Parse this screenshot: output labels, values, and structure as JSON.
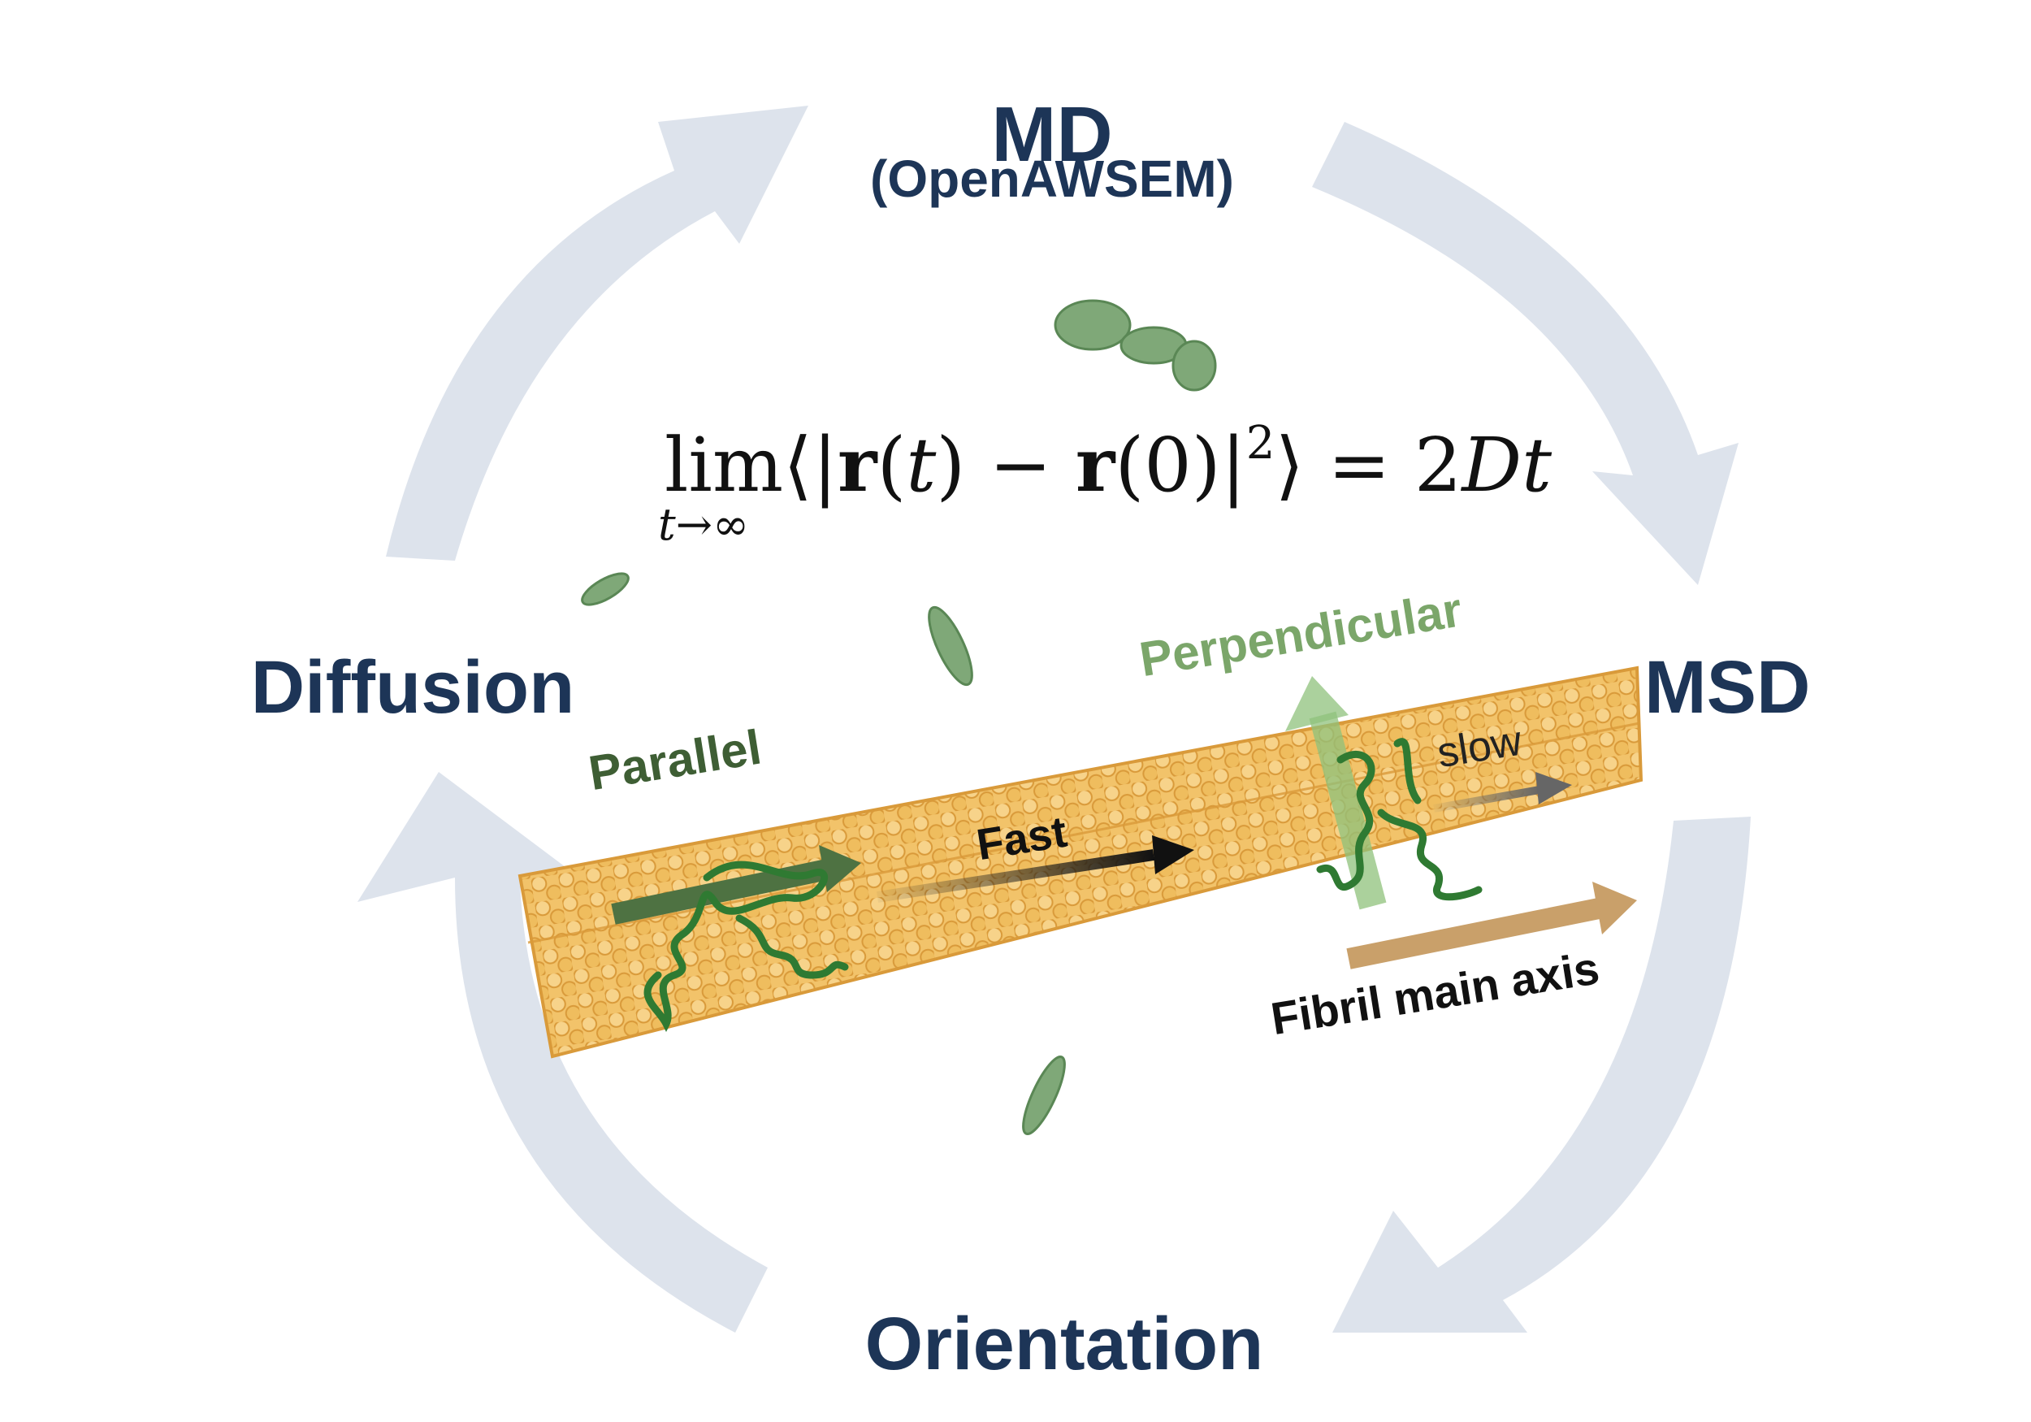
{
  "cycle": {
    "nodes": {
      "md": "MD",
      "md_sub": "(OpenAWSEM)",
      "msd": "MSD",
      "orientation": "Orientation",
      "diffusion": "Diffusion"
    }
  },
  "formula": {
    "lim": "lim",
    "lim_sub": "t→∞",
    "body_open": "⟨|",
    "r": "r",
    "t": "t",
    "minus": "−",
    "zero": "0",
    "abs_close": "|",
    "power": "2",
    "angle_close": "⟩",
    "equals": "=",
    "two": "2",
    "D": "D"
  },
  "fibril": {
    "parallel": "Parallel",
    "perpendicular": "Perpendicular",
    "fast": "Fast",
    "slow": "slow",
    "axis": "Fibril main axis"
  },
  "colors": {
    "cycle_arrow": "#dde3ec",
    "node_text": "#1d3557",
    "fibril": "#f2c36a",
    "fibril_edge": "#d99a3a",
    "protein": "#2f7a32",
    "protein_blob": "#7fa878",
    "parallel_arrow": "#4e7242",
    "perp_arrow": "#8fc27c",
    "axis_arrow": "#c9a06a"
  }
}
